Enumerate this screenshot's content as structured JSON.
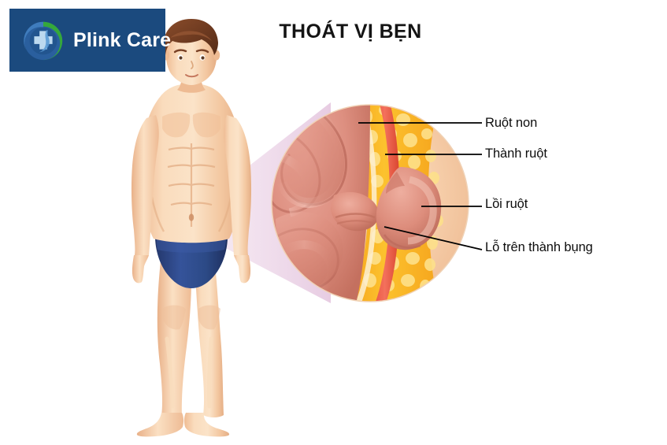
{
  "brand": {
    "name": "Plink Care",
    "logo_icon": "medical-cross-swoosh-icon",
    "badge_color": "#1b4a7e",
    "swoosh_green": "#35a83a",
    "swoosh_blue": "#2e6fae",
    "cross_color": "#bcd9ef"
  },
  "header": {
    "title": "THOÁT VỊ BẸN"
  },
  "illustration": {
    "subject": "male-body-figure",
    "briefs_color": "#2c4a86",
    "skin_color": "#f6ceaa",
    "hair_color": "#7a4226",
    "magnifier_cone_color": "#e9cfe2",
    "detail_circle": {
      "intestine_color": "#d98a7c",
      "fat_color": "#fbb823",
      "muscle_color": "#e8543f",
      "skin_layer_color": "#f7d3b0"
    }
  },
  "labels": [
    {
      "id": "small-intestine",
      "text": "Ruột non"
    },
    {
      "id": "intestinal-wall",
      "text": "Thành ruột"
    },
    {
      "id": "intestine-bulge",
      "text": "Lồi ruột"
    },
    {
      "id": "abdominal-wall-hole",
      "text": "Lỗ trên thành bụng"
    }
  ]
}
